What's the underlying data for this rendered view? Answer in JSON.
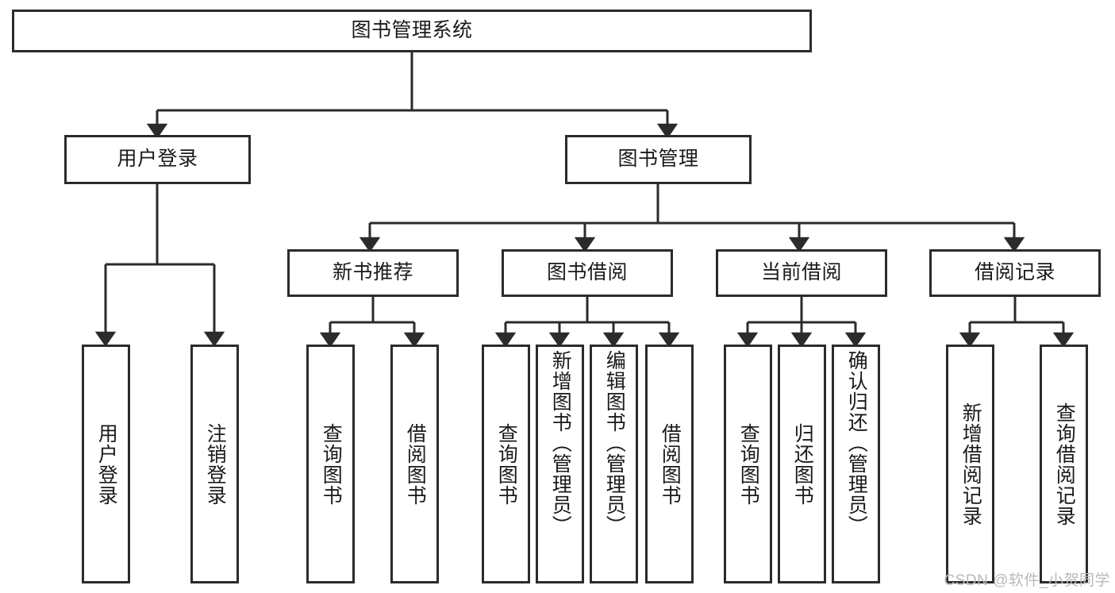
{
  "diagram": {
    "type": "tree-hierarchy",
    "title": "图书管理系统",
    "watermark": "CSDN @软件_小贺同学",
    "colors": {
      "box_border": "#2b2b2b",
      "box_fill": "#ffffff",
      "connector": "#2b2b2b",
      "text": "#1a1a1a",
      "watermark": "#b9b9b9",
      "background": "#ffffff"
    },
    "root": {
      "label": "图书管理系统",
      "level": 0
    },
    "level1": [
      {
        "id": "user-login",
        "label": "用户登录"
      },
      {
        "id": "book-manage",
        "label": "图书管理"
      }
    ],
    "level2": [
      {
        "id": "new-book-recommend",
        "label": "新书推荐",
        "parent": "book-manage"
      },
      {
        "id": "book-borrow",
        "label": "图书借阅",
        "parent": "book-manage"
      },
      {
        "id": "current-borrow",
        "label": "当前借阅",
        "parent": "book-manage"
      },
      {
        "id": "borrow-record",
        "label": "借阅记录",
        "parent": "book-manage"
      }
    ],
    "leaves": {
      "user-login": [
        {
          "id": "leaf-user-login",
          "label": "用户登录"
        },
        {
          "id": "leaf-logout-login",
          "label": "注销登录"
        }
      ],
      "new-book-recommend": [
        {
          "id": "leaf-query-book-1",
          "label": "查询图书"
        },
        {
          "id": "leaf-borrow-book-1",
          "label": "借阅图书"
        }
      ],
      "book-borrow": [
        {
          "id": "leaf-query-book-2",
          "label": "查询图书"
        },
        {
          "id": "leaf-add-book-admin",
          "label": "新增图书（管理员）"
        },
        {
          "id": "leaf-edit-book-admin",
          "label": "编辑图书（管理员）"
        },
        {
          "id": "leaf-borrow-book-2",
          "label": "借阅图书"
        }
      ],
      "current-borrow": [
        {
          "id": "leaf-query-book-3",
          "label": "查询图书"
        },
        {
          "id": "leaf-return-book",
          "label": "归还图书"
        },
        {
          "id": "leaf-confirm-return-admin",
          "label": "确认归还（管理员）"
        }
      ],
      "borrow-record": [
        {
          "id": "leaf-add-borrow-record",
          "label": "新增借阅记录"
        },
        {
          "id": "leaf-query-borrow-record",
          "label": "查询借阅记录"
        }
      ]
    }
  }
}
